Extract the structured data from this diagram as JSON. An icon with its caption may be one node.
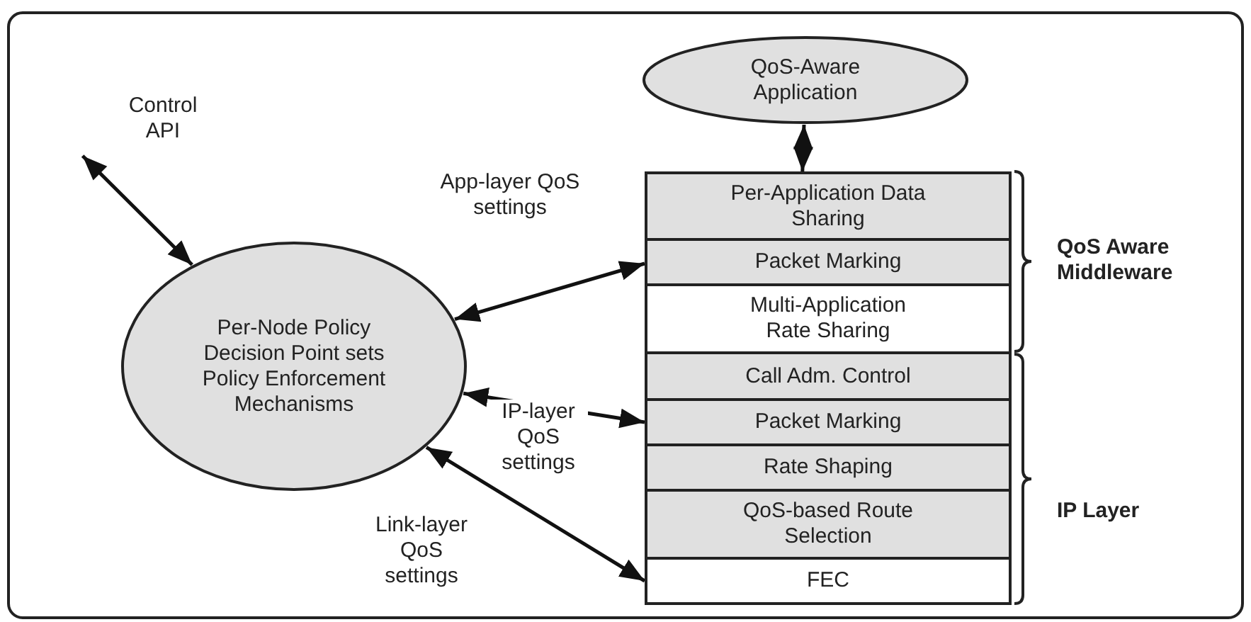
{
  "diagram": {
    "nodes": [
      {
        "text": [
          "Control API"
        ]
      },
      {
        "text": [
          "Per-Node Policy Decision Point sets Policy Enforcement Mechanisms"
        ]
      },
      {
        "text": [
          "QoS-Aware Application"
        ]
      },
      {
        "text": [
          "Per-Application Data Sharing"
        ]
      },
      {
        "text": [
          "Packet Marking"
        ]
      },
      {
        "text": [
          "Multi-Application Rate Sharing"
        ]
      },
      {
        "text": [
          "Call Adm. Control"
        ]
      },
      {
        "text": [
          "Packet Marking"
        ]
      },
      {
        "text": [
          "Rate Shaping"
        ]
      },
      {
        "text": [
          "QoS-based Route Selection"
        ]
      },
      {
        "text": [
          "FEC"
        ]
      }
    ],
    "edges": [
      {
        "from": 0,
        "to": 1,
        "arrow": "both"
      },
      {
        "from": 1,
        "to": 4,
        "arrow": "both",
        "label": "App-layer QoS settings"
      },
      {
        "from": 1,
        "to": 7,
        "arrow": "both",
        "label": "IP-layer QoS settings"
      },
      {
        "from": 1,
        "to": 10,
        "arrow": "both",
        "label": "Link-layer QoS settings"
      },
      {
        "from": 2,
        "to": 3,
        "arrow": "both"
      }
    ],
    "labels": [
      "QoS Aware Middleware",
      "IP Layer"
    ]
  }
}
